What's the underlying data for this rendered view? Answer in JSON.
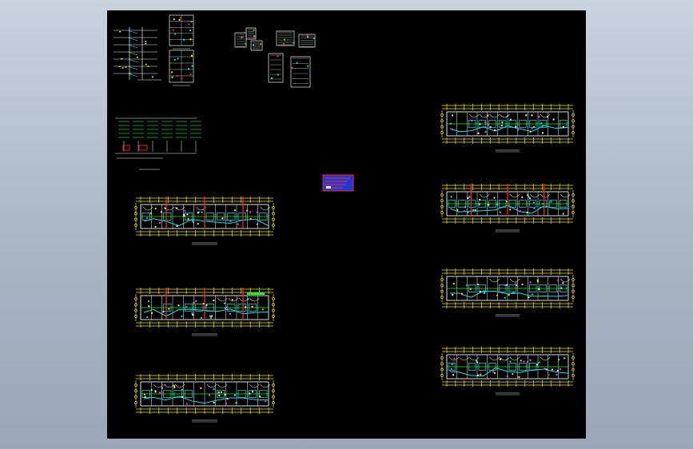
{
  "app": {
    "view_mode": "cad-model-space",
    "background": "#000000",
    "frame_gradient": [
      "#c9d2df",
      "#9aa7b8"
    ]
  },
  "palette": {
    "yellow": "#f2e600",
    "cyan": "#00e5e5",
    "red": "#ff2222",
    "green": "#22ee22",
    "white": "#f0f0f0",
    "magenta": "#ff33ff",
    "blue": "#1f3bd6"
  },
  "drawing": {
    "title_block": {
      "name": "title-stamp",
      "colors": [
        "#1f3bd6",
        "#ff2222"
      ]
    },
    "plans": [
      {
        "name": "floor-plan-left-1",
        "red_accent": true
      },
      {
        "name": "floor-plan-left-2",
        "red_accent": true
      },
      {
        "name": "floor-plan-left-3",
        "red_accent": false
      },
      {
        "name": "floor-plan-right-1",
        "red_accent": false
      },
      {
        "name": "floor-plan-right-2",
        "red_accent": true
      },
      {
        "name": "floor-plan-right-3",
        "red_accent": false
      },
      {
        "name": "floor-plan-right-4",
        "red_accent": false
      }
    ],
    "diagrams": [
      {
        "name": "riser-diagram"
      },
      {
        "name": "system-diagram-a"
      },
      {
        "name": "system-diagram-b"
      },
      {
        "name": "detail-cluster"
      },
      {
        "name": "distribution-diagram"
      }
    ]
  }
}
